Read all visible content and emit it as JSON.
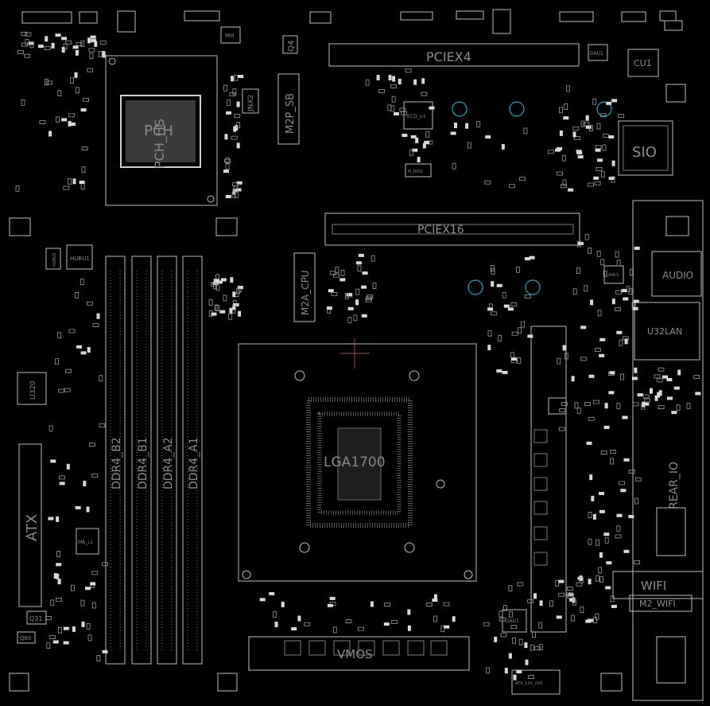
{
  "labels": {
    "pch": "PCH",
    "pch_heatsink": "PCH_HS",
    "cpu_socket": "LGA1700",
    "pciex4": "PCIEX4",
    "pciex16": "PCIEX16",
    "m2p_sb": "M2P_SB",
    "m2a_cpu": "M2A_CPU",
    "sio": "SIO",
    "cu1": "CU1",
    "audio": "AUDIO",
    "u32lan": "U32LAN",
    "wifi": "WIFI",
    "m2_wifi": "M2_WIFI",
    "atx": "ATX",
    "vmos": "VMOS",
    "ddr4_b2": "DDR4_B2",
    "ddr4_b1": "DDR4_B1",
    "ddr4_a2": "DDR4_A2",
    "ddr4_a1": "DDR4_A1",
    "hub_u1": "HUBU1",
    "hub_u2": "HUBU2",
    "dau1": "DAU1",
    "q4": "Q4",
    "q31": "Q31",
    "q60": "Q60",
    "ma_l1": "MA_L1",
    "ecd_u1": "ECD_U1",
    "mh": "MH",
    "rear_io": "REAR_IO",
    "u320": "U320",
    "jnx2": "JNX2",
    "atx_12v": "ATX_12V_2X4",
    "bios": "M_BIOS",
    "lan": "LANU1"
  }
}
